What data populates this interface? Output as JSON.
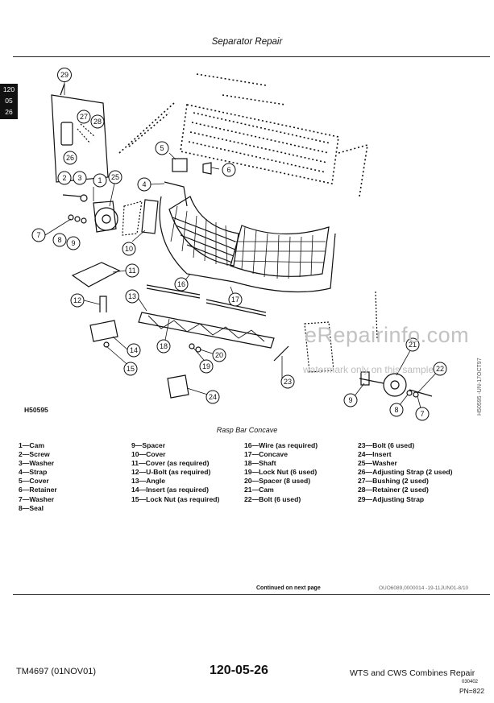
{
  "header": {
    "title": "Separator Repair"
  },
  "side_tab": {
    "lines": [
      "120",
      "05",
      "26"
    ]
  },
  "figure": {
    "callouts": [
      "29",
      "27",
      "28",
      "26",
      "5",
      "6",
      "4",
      "2",
      "3",
      "1",
      "25",
      "7",
      "8",
      "9",
      "10",
      "11",
      "12",
      "13",
      "16",
      "17",
      "18",
      "14",
      "15",
      "20",
      "19",
      "21",
      "22",
      "23",
      "24",
      "9",
      "8",
      "7"
    ],
    "figure_id": "H50595",
    "side_code": "H50595 -UN-17OCT97",
    "caption": "Rasp Bar Concave",
    "watermark": "eRepairinfo.com",
    "watermark_note": "watermark only on this sample"
  },
  "legend": {
    "col1": [
      "1—Cam",
      "2—Screw",
      "3—Washer",
      "4—Strap",
      "5—Cover",
      "6—Retainer",
      "7—Washer",
      "8—Seal"
    ],
    "col2": [
      "9—Spacer",
      "10—Cover",
      "11—Cover (as required)",
      "12—U-Bolt (as required)",
      "13—Angle",
      "14—Insert (as required)",
      "15—Lock Nut (as required)"
    ],
    "col3": [
      "16—Wire (as required)",
      "17—Concave",
      "18—Shaft",
      "19—Lock Nut (6 used)",
      "20—Spacer (8 used)",
      "21—Cam",
      "22—Bolt (6 used)"
    ],
    "col4": [
      "23—Bolt (6 used)",
      "24—Insert",
      "25—Washer",
      "26—Adjusting Strap (2 used)",
      "27—Bushing (2 used)",
      "28—Retainer (2 used)",
      "29—Adjusting Strap"
    ]
  },
  "continued": "Continued on next page",
  "doc_ref": "OUO6089,0000014 -19-11JUN01-8/10",
  "footer": {
    "left": "TM4697 (01NOV01)",
    "center": "120-05-26",
    "right": "WTS and CWS Combines Repair",
    "small": "030402",
    "pn": "PN=822"
  }
}
